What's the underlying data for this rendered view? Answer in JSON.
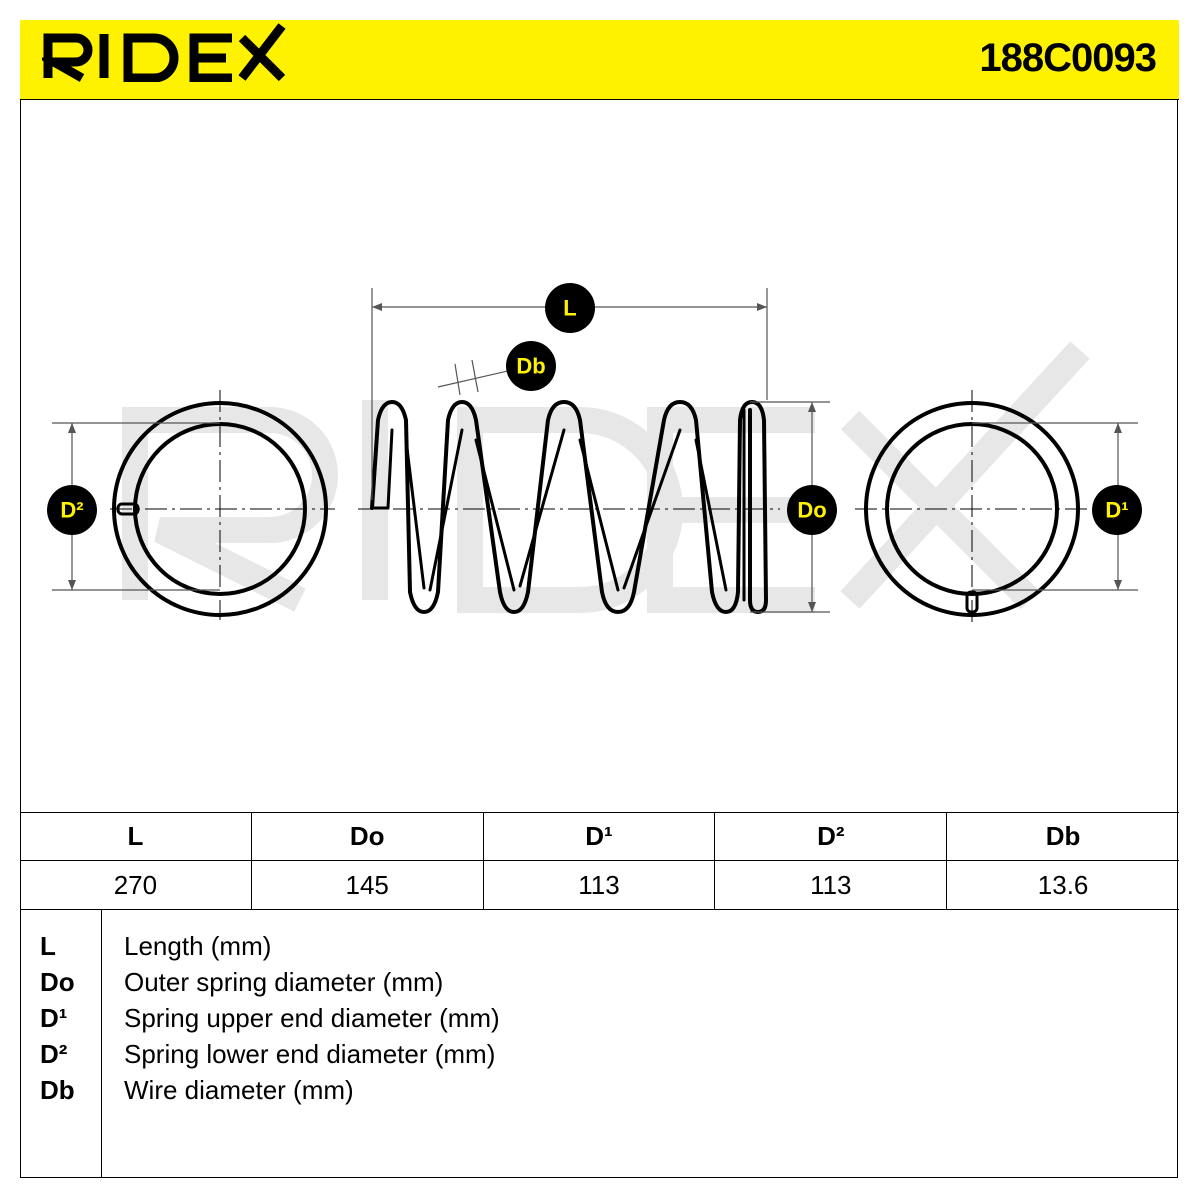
{
  "header": {
    "brand": "RIDEX",
    "part_number": "188C0093",
    "background_color": "#fff200"
  },
  "drawing": {
    "watermark": "RIDEX",
    "labels": {
      "L": "L",
      "Db": "Db",
      "Do": "Do",
      "D1": "D¹",
      "D2": "D²"
    }
  },
  "table": {
    "headers": [
      "L",
      "Do",
      "D¹",
      "D²",
      "Db"
    ],
    "values": [
      "270",
      "145",
      "113",
      "113",
      "13.6"
    ]
  },
  "legend": [
    {
      "key": "L",
      "desc": "Length (mm)"
    },
    {
      "key": "Do",
      "desc": "Outer spring diameter (mm)"
    },
    {
      "key": "D¹",
      "desc": "Spring upper end diameter (mm)"
    },
    {
      "key": "D²",
      "desc": "Spring lower end diameter (mm)"
    },
    {
      "key": "Db",
      "desc": "Wire diameter (mm)"
    }
  ]
}
